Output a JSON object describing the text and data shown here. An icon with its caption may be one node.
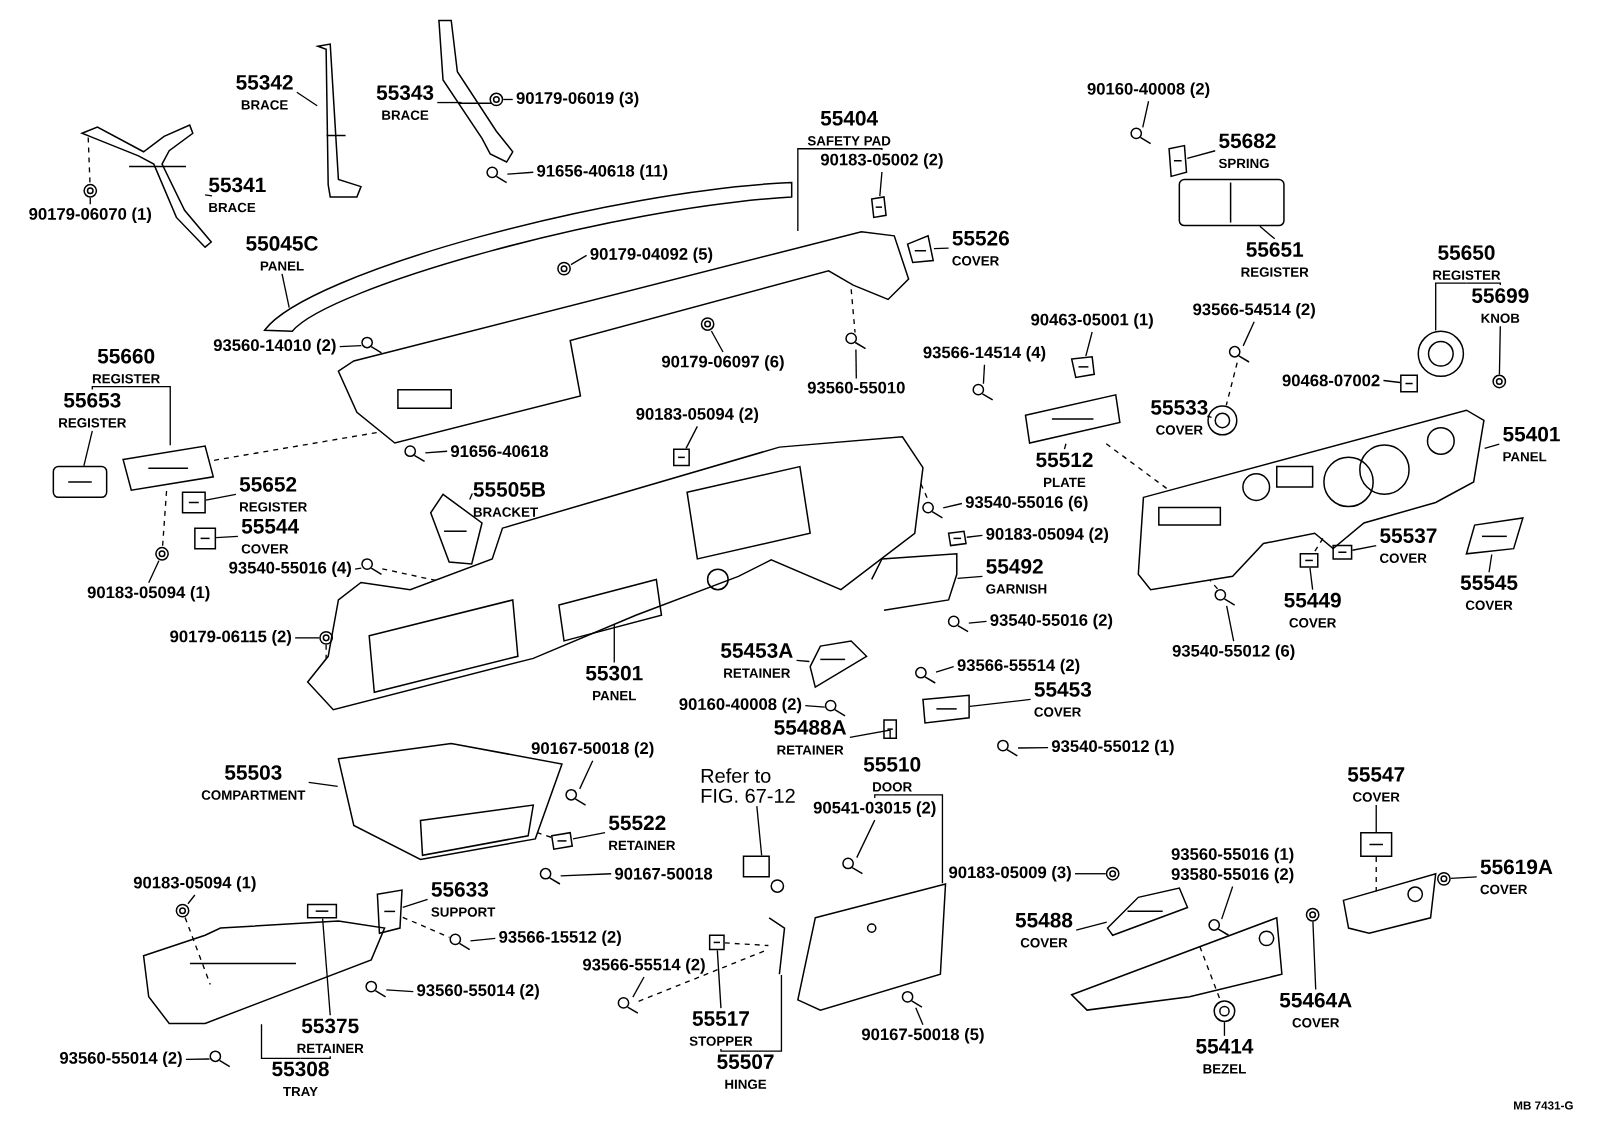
{
  "diagram": {
    "nodes": [
      {
        "text": [
          "55342",
          "BRACE"
        ]
      },
      {
        "text": [
          "55343",
          "BRACE"
        ]
      },
      {
        "text": [
          "90179-06019 (3)"
        ]
      },
      {
        "text": [
          "55341",
          "BRACE"
        ]
      },
      {
        "text": [
          "90179-06070 (1)"
        ]
      },
      {
        "text": [
          "91656-40618 (11)"
        ]
      },
      {
        "text": [
          "55045C",
          "PANEL"
        ]
      },
      {
        "text": [
          "90179-04092 (5)"
        ]
      },
      {
        "text": [
          "93560-14010 (2)"
        ]
      },
      {
        "text": [
          "55404",
          "SAFETY PAD"
        ]
      },
      {
        "text": [
          "90183-05002 (2)"
        ]
      },
      {
        "text": [
          "55526",
          "COVER"
        ]
      },
      {
        "text": [
          "93560-55010"
        ]
      },
      {
        "text": [
          "90160-40008 (2)"
        ]
      },
      {
        "text": [
          "55682",
          "SPRING"
        ]
      },
      {
        "text": [
          "55651",
          "REGISTER"
        ]
      },
      {
        "text": [
          "55650",
          "REGISTER"
        ]
      },
      {
        "text": [
          "55699",
          "KNOB"
        ]
      },
      {
        "text": [
          "93566-54514 (2)"
        ]
      },
      {
        "text": [
          "90463-05001 (1)"
        ]
      },
      {
        "text": [
          "93566-14514 (4)"
        ]
      },
      {
        "text": [
          "90468-07002"
        ]
      },
      {
        "text": [
          "55533",
          "COVER"
        ]
      },
      {
        "text": [
          "55512",
          "PLATE"
        ]
      },
      {
        "text": [
          "55401",
          "PANEL"
        ]
      },
      {
        "text": [
          "55660",
          "REGISTER"
        ]
      },
      {
        "text": [
          "55653",
          "REGISTER"
        ]
      },
      {
        "text": [
          "55652",
          "REGISTER"
        ]
      },
      {
        "text": [
          "55544",
          "COVER"
        ]
      },
      {
        "text": [
          "90183-05094 (1)"
        ]
      },
      {
        "text": [
          "91656-40618"
        ]
      },
      {
        "text": [
          "55505B",
          "BRACKET"
        ]
      },
      {
        "text": [
          "90183-05094 (2)"
        ]
      },
      {
        "text": [
          "93540-55016 (4)"
        ]
      },
      {
        "text": [
          "90179-06115 (2)"
        ]
      },
      {
        "text": [
          "55301",
          "PANEL"
        ]
      },
      {
        "text": [
          "93540-55016 (6)"
        ]
      },
      {
        "text": [
          "90183-05094 (2)"
        ]
      },
      {
        "text": [
          "55492",
          "GARNISH"
        ]
      },
      {
        "text": [
          "93540-55016 (2)"
        ]
      },
      {
        "text": [
          "55453A",
          "RETAINER"
        ]
      },
      {
        "text": [
          "93566-55514 (2)"
        ]
      },
      {
        "text": [
          "90160-40008 (2)"
        ]
      },
      {
        "text": [
          "55453",
          "COVER"
        ]
      },
      {
        "text": [
          "55488A",
          "RETAINER"
        ]
      },
      {
        "text": [
          "93540-55012 (1)"
        ]
      },
      {
        "text": [
          "55503",
          "COMPARTMENT"
        ]
      },
      {
        "text": [
          "90167-50018 (2)"
        ]
      },
      {
        "text": [
          "55522",
          "RETAINER"
        ]
      },
      {
        "text": [
          "90167-50018"
        ]
      },
      {
        "text": [
          "Refer to FIG. 67-12"
        ]
      },
      {
        "text": [
          "55510",
          "DOOR"
        ]
      },
      {
        "text": [
          "90541-03015 (2)"
        ]
      },
      {
        "text": [
          "90183-05009 (3)"
        ]
      },
      {
        "text": [
          "55633",
          "SUPPORT"
        ]
      },
      {
        "text": [
          "93566-15512 (2)"
        ]
      },
      {
        "text": [
          "93560-55014 (2)"
        ]
      },
      {
        "text": [
          "90183-05094 (1)"
        ]
      },
      {
        "text": [
          "55375",
          "RETAINER"
        ]
      },
      {
        "text": [
          "55308",
          "TRAY"
        ]
      },
      {
        "text": [
          "93560-55014 (2)"
        ]
      },
      {
        "text": [
          "93566-55514 (2)"
        ]
      },
      {
        "text": [
          "55517",
          "STOPPER"
        ]
      },
      {
        "text": [
          "55507",
          "HINGE"
        ]
      },
      {
        "text": [
          "90167-50018 (5)"
        ]
      },
      {
        "text": [
          "93560-55016 (1)",
          "93580-55016 (2)"
        ]
      },
      {
        "text": [
          "55488",
          "COVER"
        ]
      },
      {
        "text": [
          "55464A",
          "COVER"
        ]
      },
      {
        "text": [
          "55414",
          "BEZEL"
        ]
      },
      {
        "text": [
          "55547",
          "COVER"
        ]
      },
      {
        "text": [
          "55619A",
          "COVER"
        ]
      },
      {
        "text": [
          "55449",
          "COVER"
        ]
      },
      {
        "text": [
          "55537",
          "COVER"
        ]
      },
      {
        "text": [
          "55545",
          "COVER"
        ]
      },
      {
        "text": [
          "93540-55012 (6)"
        ]
      },
      {
        "text": [
          "90179-06097 (6)"
        ]
      },
      {
        "text": [],
        "shape": "picture"
      },
      {
        "text": [],
        "shape": "picture"
      },
      {
        "text": [],
        "shape": "picture"
      },
      {
        "text": [],
        "shape": "picture"
      },
      {
        "text": [],
        "shape": "picture"
      },
      {
        "text": [],
        "shape": "picture"
      },
      {
        "text": [],
        "shape": "picture"
      },
      {
        "text": [],
        "shape": "picture"
      },
      {
        "text": [],
        "shape": "picture"
      },
      {
        "text": [],
        "shape": "picture"
      },
      {
        "text": [],
        "shape": "picture"
      },
      {
        "text": [],
        "shape": "picture"
      },
      {
        "text": [],
        "shape": "picture"
      },
      {
        "text": [],
        "shape": "picture"
      },
      {
        "text": [],
        "shape": "picture"
      },
      {
        "text": [],
        "shape": "picture"
      },
      {
        "text": [],
        "shape": "picture"
      },
      {
        "text": [],
        "shape": "picture"
      },
      {
        "text": [],
        "shape": "picture"
      },
      {
        "text": [],
        "shape": "picture"
      },
      {
        "text": [],
        "shape": "picture"
      },
      {
        "text": [],
        "shape": "picture"
      },
      {
        "text": [],
        "shape": "picture"
      },
      {
        "text": [],
        "shape": "picture"
      },
      {
        "text": [],
        "shape": "picture"
      },
      {
        "text": [],
        "shape": "picture"
      },
      {
        "text": [],
        "shape": "picture"
      },
      {
        "text": [],
        "shape": "picture"
      },
      {
        "text": [],
        "shape": "picture"
      },
      {
        "text": [],
        "shape": "picture"
      },
      {
        "text": [],
        "shape": "picture"
      },
      {
        "text": [],
        "shape": "picture"
      },
      {
        "text": [],
        "shape": "picture"
      },
      {
        "text": [],
        "shape": "picture"
      },
      {
        "text": [],
        "shape": "picture"
      },
      {
        "text": [],
        "shape": "picture"
      },
      {
        "text": [],
        "shape": "picture"
      },
      {
        "text": [],
        "shape": "picture"
      },
      {
        "text": [],
        "shape": "picture"
      },
      {
        "text": [],
        "shape": "picture"
      },
      {
        "text": [],
        "shape": "picture"
      },
      {
        "text": [],
        "shape": "picture"
      },
      {
        "text": [],
        "shape": "picture"
      },
      {
        "text": [],
        "shape": "picture"
      },
      {
        "text": [],
        "shape": "picture"
      },
      {
        "text": [],
        "shape": "picture"
      },
      {
        "text": [],
        "shape": "picture"
      },
      {
        "text": [],
        "shape": "picture"
      },
      {
        "text": [],
        "shape": "picture"
      },
      {
        "text": [],
        "shape": "picture"
      },
      {
        "text": [],
        "shape": "picture"
      },
      {
        "text": [],
        "shape": "picture"
      },
      {
        "text": [],
        "shape": "picture"
      },
      {
        "text": [],
        "shape": "picture"
      },
      {
        "text": [],
        "shape": "picture"
      },
      {
        "text": [],
        "shape": "picture"
      },
      {
        "text": [],
        "shape": "picture"
      },
      {
        "text": [],
        "shape": "picture"
      },
      {
        "text": [],
        "shape": "picture"
      },
      {
        "text": [],
        "shape": "picture"
      },
      {
        "text": [],
        "shape": "picture"
      },
      {
        "text": [],
        "shape": "picture"
      },
      {
        "text": [],
        "shape": "picture"
      },
      {
        "text": [],
        "shape": "picture"
      },
      {
        "text": [],
        "shape": "picture"
      },
      {
        "text": [],
        "shape": "picture"
      },
      {
        "text": [],
        "shape": "picture"
      },
      {
        "text": [],
        "shape": "picture"
      },
      {
        "text": [],
        "shape": "picture"
      },
      {
        "text": [],
        "shape": "picture"
      },
      {
        "text": [],
        "shape": "picture"
      },
      {
        "text": [],
        "shape": "picture"
      },
      {
        "text": [],
        "shape": "picture"
      },
      {
        "text": [],
        "shape": "picture"
      },
      {
        "text": [],
        "shape": "picture"
      },
      {
        "text": [],
        "shape": "picture"
      },
      {
        "text": [],
        "shape": "picture"
      },
      {
        "text": [],
        "shape": "picture"
      }
    ],
    "edges": [
      {
        "from": 0,
        "to": 76,
        "arrow": "none"
      },
      {
        "from": 1,
        "to": 77,
        "arrow": "none"
      },
      {
        "from": 2,
        "to": 78,
        "arrow": "none"
      },
      {
        "from": 3,
        "to": 79,
        "arrow": "none"
      },
      {
        "from": 4,
        "to": 80,
        "arrow": "none"
      },
      {
        "from": 5,
        "to": 81,
        "arrow": "none"
      },
      {
        "from": 6,
        "to": 82,
        "arrow": "none"
      },
      {
        "from": 7,
        "to": 83,
        "arrow": "none"
      },
      {
        "from": 8,
        "to": 84,
        "arrow": "none"
      },
      {
        "from": 9,
        "to": 85,
        "arrow": "none"
      },
      {
        "from": 10,
        "to": 86,
        "arrow": "none"
      },
      {
        "from": 11,
        "to": 87,
        "arrow": "none"
      },
      {
        "from": 12,
        "to": 88,
        "arrow": "none"
      },
      {
        "from": 13,
        "to": 89,
        "arrow": "none"
      },
      {
        "from": 14,
        "to": 90,
        "arrow": "none"
      },
      {
        "from": 15,
        "to": 91,
        "arrow": "none"
      },
      {
        "from": 16,
        "to": 92,
        "arrow": "none"
      },
      {
        "from": 17,
        "to": 93,
        "arrow": "none"
      },
      {
        "from": 18,
        "to": 94,
        "arrow": "none"
      },
      {
        "from": 19,
        "to": 95,
        "arrow": "none"
      },
      {
        "from": 20,
        "to": 96,
        "arrow": "none"
      },
      {
        "from": 21,
        "to": 97,
        "arrow": "none"
      },
      {
        "from": 22,
        "to": 98,
        "arrow": "none"
      },
      {
        "from": 23,
        "to": 99,
        "arrow": "none"
      },
      {
        "from": 24,
        "to": 100,
        "arrow": "none"
      },
      {
        "from": 25,
        "to": 101,
        "arrow": "none"
      },
      {
        "from": 26,
        "to": 102,
        "arrow": "none"
      },
      {
        "from": 27,
        "to": 103,
        "arrow": "none"
      },
      {
        "from": 28,
        "to": 104,
        "arrow": "none"
      },
      {
        "from": 29,
        "to": 105,
        "arrow": "none"
      },
      {
        "from": 30,
        "to": 106,
        "arrow": "none"
      },
      {
        "from": 31,
        "to": 107,
        "arrow": "none"
      },
      {
        "from": 32,
        "to": 108,
        "arrow": "none"
      },
      {
        "from": 33,
        "to": 109,
        "arrow": "none"
      },
      {
        "from": 34,
        "to": 110,
        "arrow": "none"
      },
      {
        "from": 35,
        "to": 111,
        "arrow": "none"
      },
      {
        "from": 36,
        "to": 112,
        "arrow": "none"
      },
      {
        "from": 37,
        "to": 113,
        "arrow": "none"
      },
      {
        "from": 38,
        "to": 114,
        "arrow": "none"
      },
      {
        "from": 39,
        "to": 115,
        "arrow": "none"
      },
      {
        "from": 40,
        "to": 116,
        "arrow": "none"
      },
      {
        "from": 41,
        "to": 117,
        "arrow": "none"
      },
      {
        "from": 42,
        "to": 118,
        "arrow": "none"
      },
      {
        "from": 43,
        "to": 119,
        "arrow": "none"
      },
      {
        "from": 44,
        "to": 120,
        "arrow": "none"
      },
      {
        "from": 45,
        "to": 121,
        "arrow": "none"
      },
      {
        "from": 46,
        "to": 122,
        "arrow": "none"
      },
      {
        "from": 47,
        "to": 123,
        "arrow": "none"
      },
      {
        "from": 48,
        "to": 124,
        "arrow": "none"
      },
      {
        "from": 49,
        "to": 125,
        "arrow": "none"
      },
      {
        "from": 50,
        "to": 126,
        "arrow": "none"
      },
      {
        "from": 51,
        "to": 127,
        "arrow": "none"
      },
      {
        "from": 52,
        "to": 128,
        "arrow": "none"
      },
      {
        "from": 53,
        "to": 129,
        "arrow": "none"
      },
      {
        "from": 54,
        "to": 130,
        "arrow": "none"
      },
      {
        "from": 55,
        "to": 131,
        "arrow": "none"
      },
      {
        "from": 56,
        "to": 132,
        "arrow": "none"
      },
      {
        "from": 57,
        "to": 133,
        "arrow": "none"
      },
      {
        "from": 58,
        "to": 134,
        "arrow": "none"
      },
      {
        "from": 59,
        "to": 135,
        "arrow": "none"
      },
      {
        "from": 60,
        "to": 136,
        "arrow": "none"
      },
      {
        "from": 61,
        "to": 137,
        "arrow": "none"
      },
      {
        "from": 62,
        "to": 138,
        "arrow": "none"
      },
      {
        "from": 63,
        "to": 139,
        "arrow": "none"
      },
      {
        "from": 64,
        "to": 140,
        "arrow": "none"
      },
      {
        "from": 65,
        "to": 141,
        "arrow": "none"
      },
      {
        "from": 66,
        "to": 142,
        "arrow": "none"
      },
      {
        "from": 67,
        "to": 143,
        "arrow": "none"
      },
      {
        "from": 68,
        "to": 144,
        "arrow": "none"
      },
      {
        "from": 69,
        "to": 145,
        "arrow": "none"
      },
      {
        "from": 70,
        "to": 146,
        "arrow": "none"
      },
      {
        "from": 71,
        "to": 147,
        "arrow": "none"
      },
      {
        "from": 72,
        "to": 148,
        "arrow": "none"
      },
      {
        "from": 73,
        "to": 149,
        "arrow": "none"
      },
      {
        "from": 74,
        "to": 150,
        "arrow": "none"
      },
      {
        "from": 75,
        "to": 151,
        "arrow": "none"
      },
      {
        "from": 9,
        "to": 10,
        "arrow": "none"
      },
      {
        "from": 16,
        "to": 17,
        "arrow": "none"
      },
      {
        "from": 25,
        "to": 26,
        "arrow": "none"
      },
      {
        "from": 51,
        "to": 52,
        "arrow": "none"
      },
      {
        "from": 59,
        "to": 58,
        "arrow": "none"
      },
      {
        "from": 63,
        "to": 62,
        "arrow": "none"
      },
      {
        "from": 79,
        "to": 80,
        "arrow": "none",
        "style": "dashed"
      },
      {
        "from": 85,
        "to": 88,
        "arrow": "none",
        "style": "dashed"
      },
      {
        "from": 101,
        "to": 85,
        "arrow": "none",
        "style": "dashed"
      },
      {
        "from": 101,
        "to": 105,
        "arrow": "none",
        "style": "dashed"
      },
      {
        "from": 99,
        "to": 100,
        "arrow": "none",
        "style": "dashed"
      },
      {
        "from": 145,
        "to": 152,
        "arrow": "none",
        "style": "dashed"
      },
      {
        "from": 109,
        "to": 111,
        "arrow": "none",
        "style": "dashed"
      },
      {
        "from": 111,
        "to": 112,
        "arrow": "none",
        "style": "dashed"
      },
      {
        "from": 110,
        "to": 111,
        "arrow": "none",
        "style": "dashed"
      },
      {
        "from": 124,
        "to": 122,
        "arrow": "none",
        "style": "dashed"
      },
      {
        "from": 130,
        "to": 131,
        "arrow": "none",
        "style": "dashed"
      },
      {
        "from": 133,
        "to": 135,
        "arrow": "none",
        "style": "dashed"
      },
      {
        "from": 138,
        "to": 139,
        "arrow": "none",
        "style": "dashed"
      },
      {
        "from": 137,
        "to": 139,
        "arrow": "none",
        "style": "dashed"
      },
      {
        "from": 153,
        "to": 144,
        "arrow": "none",
        "style": "dashed"
      },
      {
        "from": 150,
        "to": 100,
        "arrow": "none",
        "style": "dashed"
      },
      {
        "from": 94,
        "to": 98,
        "arrow": "none",
        "style": "dashed"
      },
      {
        "from": 100,
        "to": 147,
        "arrow": "none",
        "style": "dashed"
      }
    ],
    "labels": [
      "MB 7431-G"
    ]
  }
}
